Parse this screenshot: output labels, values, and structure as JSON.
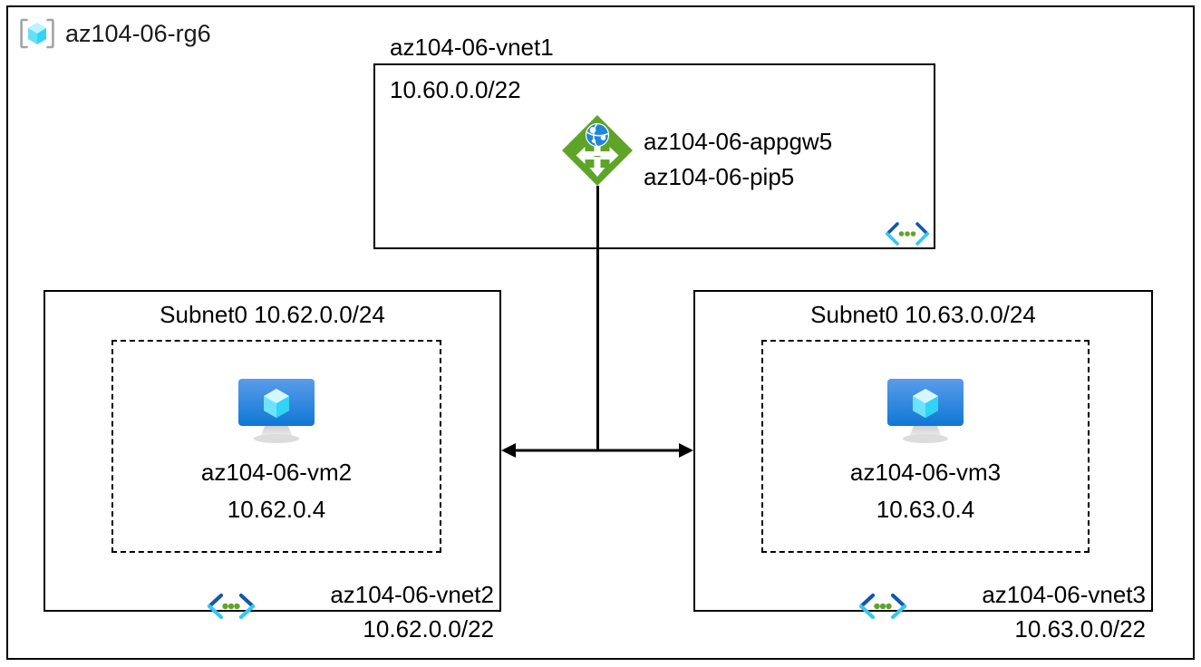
{
  "diagram": {
    "title": "az104-06-rg6",
    "resource_group_icon": "resource-group-cube-icon"
  },
  "vnet1": {
    "name": "az104-06-vnet1",
    "address_space": "10.60.0.0/22",
    "peering_icon": "vnet-peering-icon",
    "appgw": {
      "icon": "application-gateway-icon",
      "name": "az104-06-appgw5",
      "public_ip": "az104-06-pip5"
    }
  },
  "vnet2": {
    "subnet_label": "Subnet0 10.62.0.0/24",
    "name": "az104-06-vnet2",
    "address_space": "10.62.0.0/22",
    "peering_icon": "vnet-peering-icon",
    "vm": {
      "icon": "virtual-machine-icon",
      "name": "az104-06-vm2",
      "ip": "10.62.0.4"
    }
  },
  "vnet3": {
    "subnet_label": "Subnet0 10.63.0.0/24",
    "name": "az104-06-vnet3",
    "address_space": "10.63.0.0/22",
    "peering_icon": "vnet-peering-icon",
    "vm": {
      "icon": "virtual-machine-icon",
      "name": "az104-06-vm3",
      "ip": "10.63.0.4"
    }
  },
  "connectors": {
    "peering_arrow": "bidirectional-peering-arrow",
    "gateway_link": "gateway-to-peering-line"
  },
  "colors": {
    "stroke": "#000000",
    "appgw_green": "#5ea527",
    "vm_blue_top": "#4f94e6",
    "vm_blue_bottom": "#0f78d4",
    "cube_cyan": "#50e6ff",
    "peering_dark_blue": "#1258a8",
    "peering_cyan": "#32c8f5",
    "peering_dot_green": "#5ea527",
    "rg_bracket_gray": "#a3a3a3"
  }
}
